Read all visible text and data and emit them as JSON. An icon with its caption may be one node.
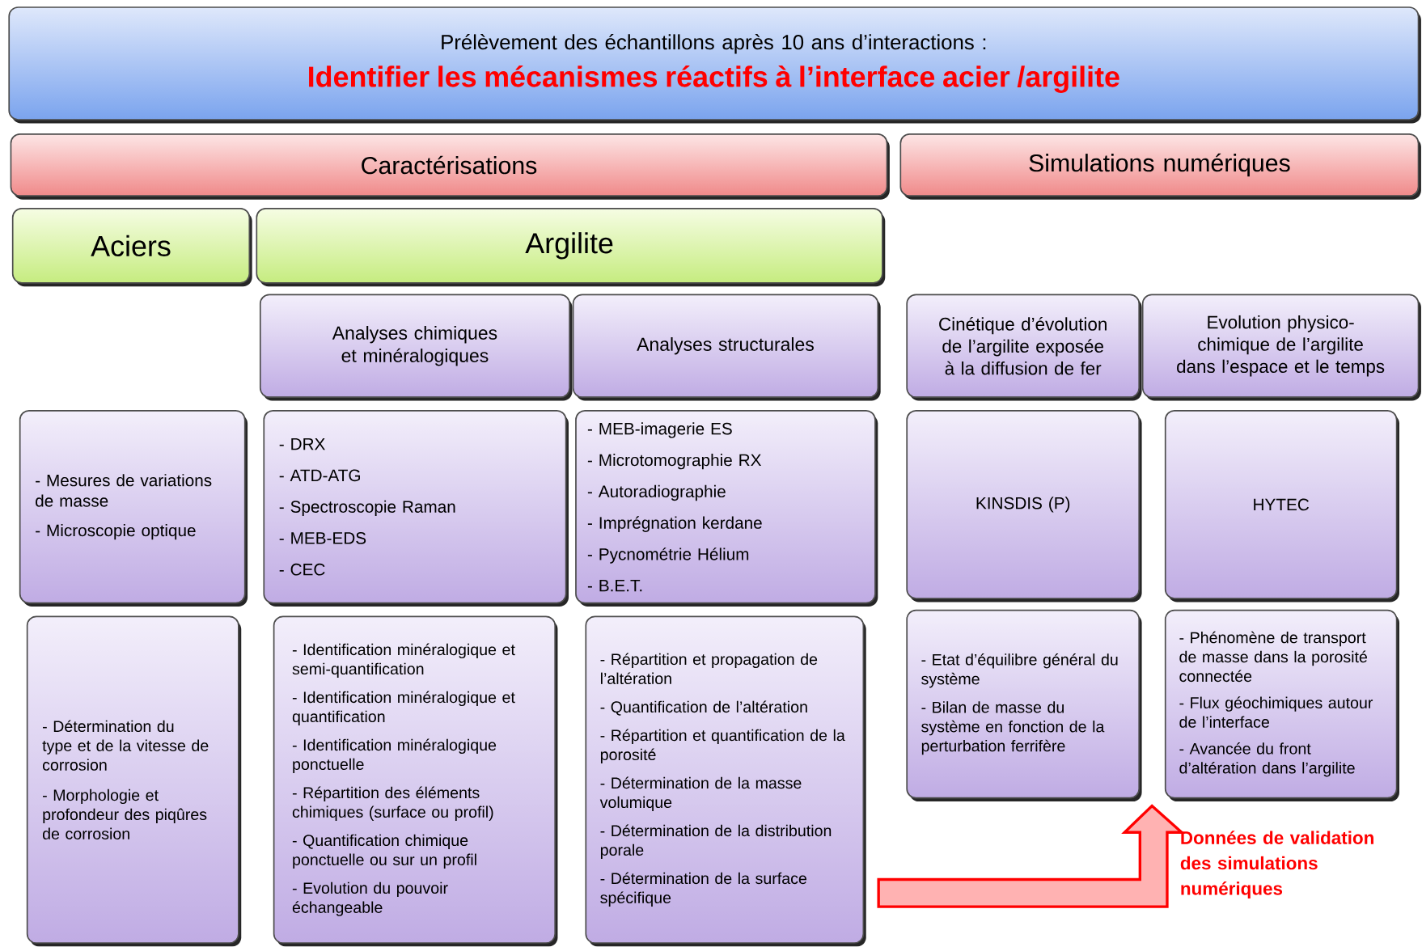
{
  "diagram": {
    "nodes": [
      {
        "text": [
          "Prélèvement des échantillons après 10 ans d’interactions :",
          "Identifier les mécanismes réactifs à l’interface acier /argilite"
        ]
      },
      {
        "text": [
          "Caractérisations"
        ]
      },
      {
        "text": [
          "Simulations numériques"
        ]
      },
      {
        "text": [
          "Aciers"
        ]
      },
      {
        "text": [
          "Argilite"
        ]
      },
      {
        "text": [
          "Analyses chimiques et minéralogiques"
        ]
      },
      {
        "text": [
          "Analyses structurales"
        ]
      },
      {
        "text": [
          "Cinétique d’évolution de l’argilite exposée à la diffusion de fer"
        ]
      },
      {
        "text": [
          "Evolution physico-chimique de l’argilite dans l’espace et le temps"
        ]
      },
      {
        "text": [
          "- Mesures de variations de masse",
          "- Microscopie optique"
        ]
      },
      {
        "text": [
          "- DRX",
          "- ATD-ATG",
          "- Spectroscopie Raman",
          "- MEB-EDS",
          "- CEC"
        ]
      },
      {
        "text": [
          "- MEB-imagerie ES",
          "- Microtomographie RX",
          "- Autoradiographie",
          "- Imprégnation kerdane",
          "- Pycnométrie Hélium",
          "- B.E.T."
        ]
      },
      {
        "text": [
          "KINSDIS (P)"
        ]
      },
      {
        "text": [
          "HYTEC"
        ]
      },
      {
        "text": [
          "- Détermination du type et de la vitesse de corrosion",
          "- Morphologie et profondeur des piqûres de corrosion"
        ]
      },
      {
        "text": [
          "- Identification minéralogique et semi-quantification",
          "- Identification minéralogique et quantification",
          "- Identification minéralogique ponctuelle",
          "- Répartition des éléments chimiques (surface ou profil)",
          "- Quantification chimique ponctuelle ou sur un profil",
          "- Evolution du pouvoir échangeable"
        ]
      },
      {
        "text": [
          "- Répartition et propagation de l’altération",
          "- Quantification de l’altération",
          "- Répartition et quantification de la porosité",
          "- Détermination de la masse volumique",
          "- Détermination de la distribution porale",
          "- Détermination de la surface spécifique"
        ]
      },
      {
        "text": [
          "- Etat d’équilibre général du système",
          "- Bilan de masse du système en fonction de la perturbation ferrifère"
        ]
      },
      {
        "text": [
          "- Phénomène de transport de masse dans la porosité connectée",
          "- Flux géochimiques autour de l’interface",
          "- Avancée du front d’altération dans l’argilite"
        ]
      }
    ],
    "edges": [
      {
        "from": 16,
        "to": 18,
        "arrow": "to",
        "style": "thick",
        "color": "#ff0000"
      }
    ],
    "labels": [
      "Données de validation des simulations numériques"
    ]
  }
}
